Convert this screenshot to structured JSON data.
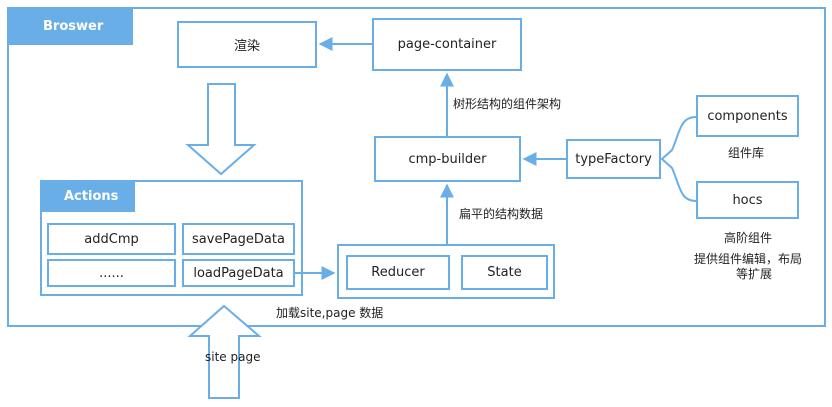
{
  "browser": {
    "title": "Broswer"
  },
  "nodes": {
    "render": "渲染",
    "page_container": "page-container",
    "cmp_builder": "cmp-builder",
    "type_factory": "typeFactory",
    "components": "components",
    "hocs": "hocs",
    "reducer": "Reducer",
    "state": "State"
  },
  "actions": {
    "title": "Actions",
    "items": [
      "addCmp",
      "savePageData",
      "......",
      "loadPageData"
    ]
  },
  "labels": {
    "tree_arch": "树形结构的组件架构",
    "flat_data": "扁平的结构数据",
    "component_lib": "组件库",
    "hoc_title": "高阶组件",
    "hoc_desc_1": "提供组件编辑，布局",
    "hoc_desc_2": "等扩展",
    "load_data": "加载site,page 数据",
    "site_page": "site page"
  },
  "colors": {
    "accent": "#6aaee8"
  }
}
